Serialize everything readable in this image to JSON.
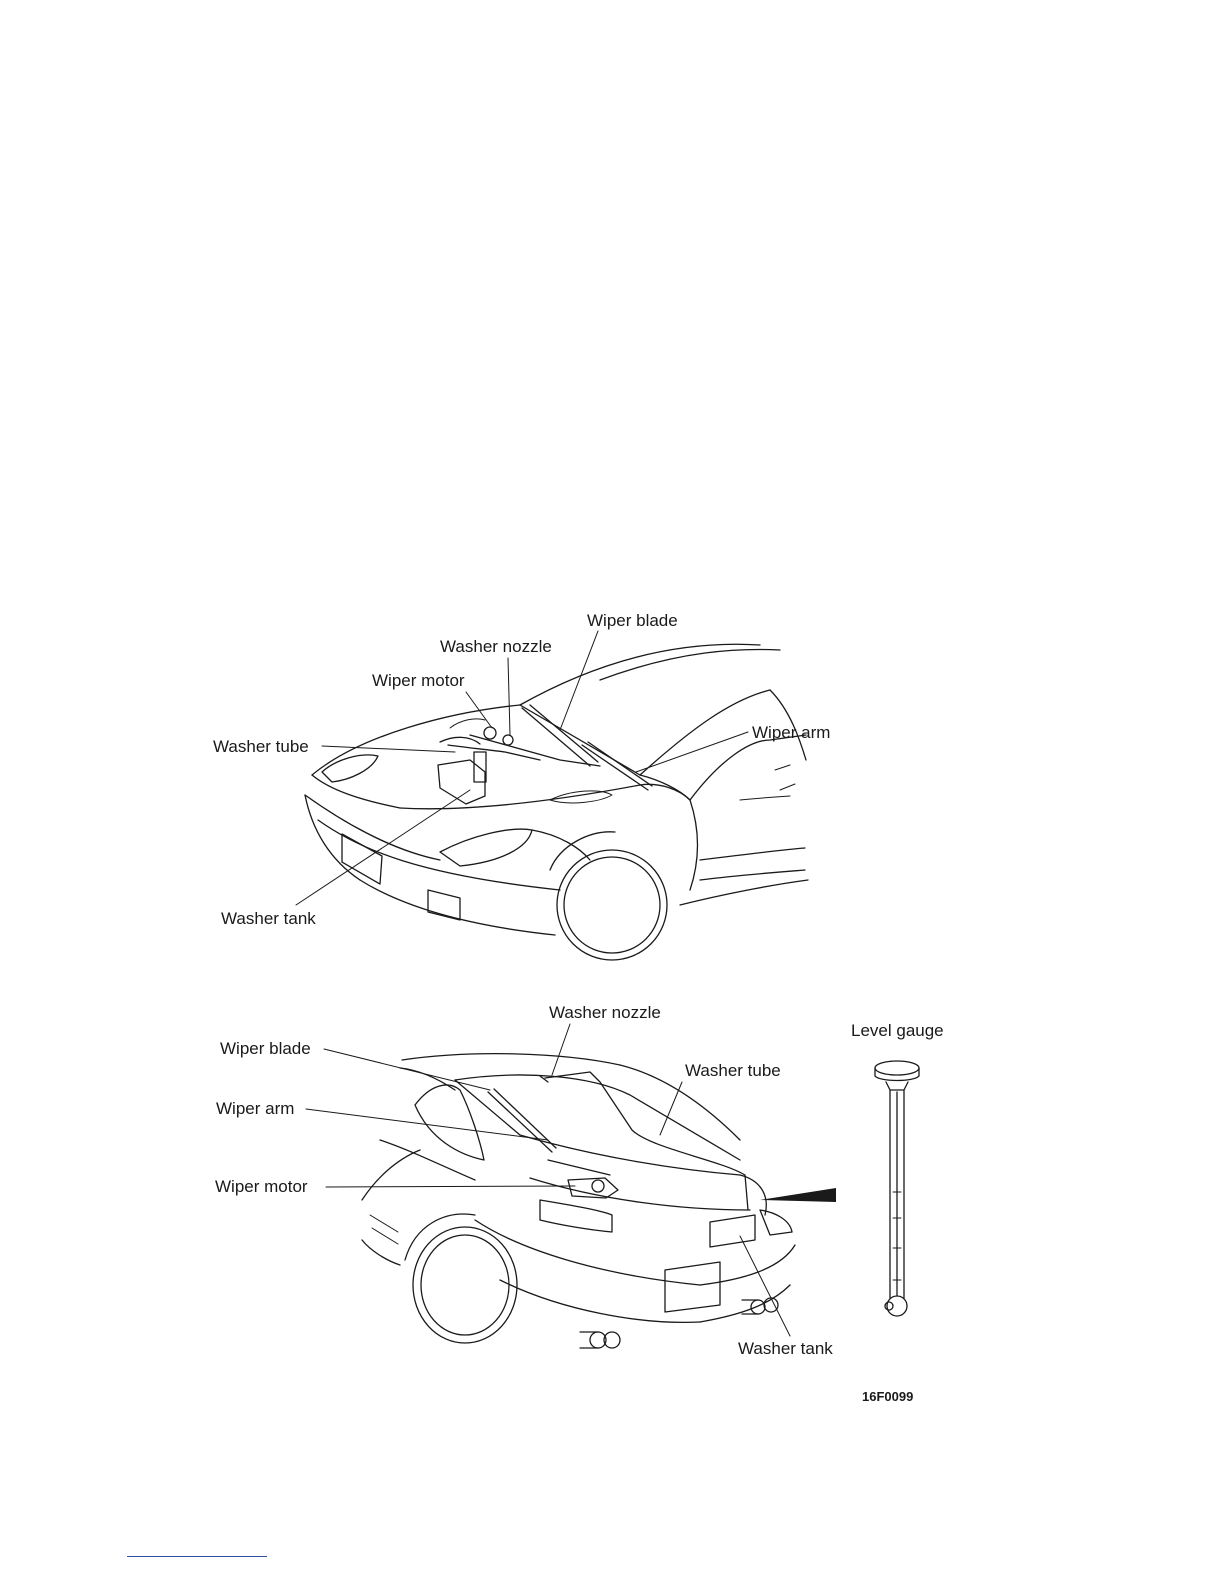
{
  "front_view": {
    "labels": {
      "wiper_blade": "Wiper blade",
      "washer_nozzle": "Washer nozzle",
      "wiper_motor": "Wiper motor",
      "washer_tube": "Washer tube",
      "wiper_arm": "Wiper arm",
      "washer_tank": "Washer tank"
    }
  },
  "rear_view": {
    "labels": {
      "washer_nozzle": "Washer nozzle",
      "wiper_blade": "Wiper blade",
      "washer_tube": "Washer tube",
      "wiper_arm": "Wiper arm",
      "wiper_motor": "Wiper motor",
      "washer_tank": "Washer tank"
    }
  },
  "level_gauge": {
    "label": "Level gauge"
  },
  "figure_code": "16F0099"
}
